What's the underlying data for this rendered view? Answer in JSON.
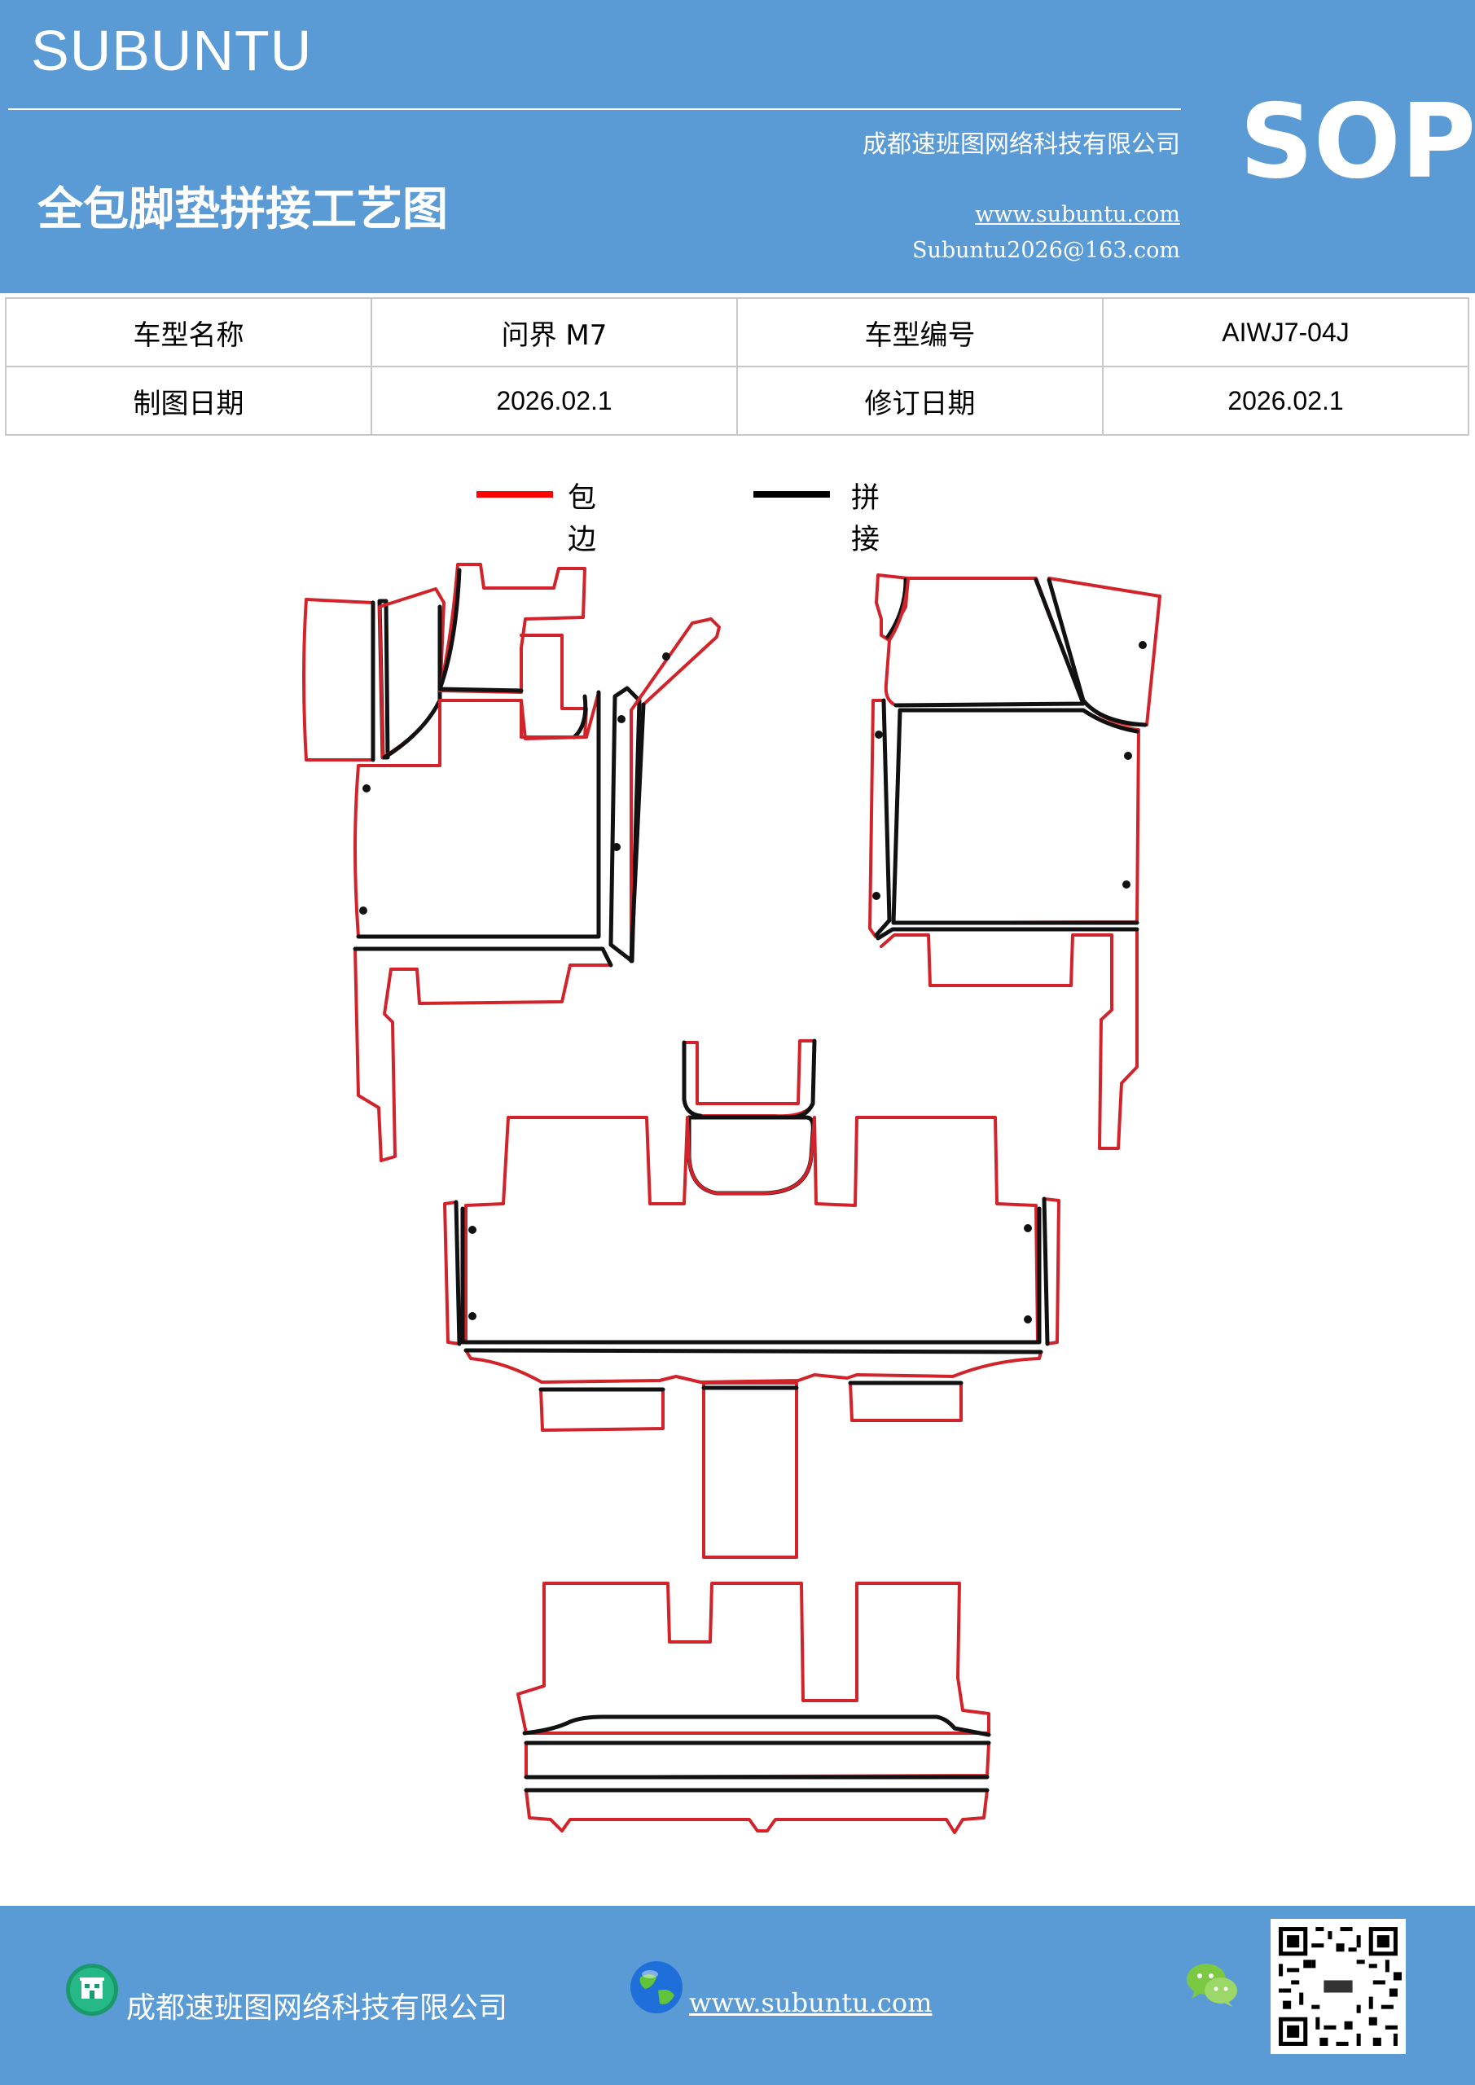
{
  "header": {
    "brand": "SUBUNTU",
    "company": "成都速班图网络科技有限公司",
    "title": "全包脚垫拼接工艺图",
    "website": "www.subuntu.com",
    "email": "Subuntu2026@163.com",
    "badge": "SOP"
  },
  "info_table": {
    "rows": [
      {
        "label1": "车型名称",
        "value1": "问界 M7",
        "label2": "车型编号",
        "value2": "AIWJ7-04J"
      },
      {
        "label1": "制图日期",
        "value1": "2026.02.1",
        "label2": "修订日期",
        "value2": "2026.02.1"
      }
    ]
  },
  "legend": {
    "items": [
      {
        "label": "包边",
        "color": "#ff0000"
      },
      {
        "label": "拼接",
        "color": "#000000"
      }
    ]
  },
  "footer": {
    "company": "成都速班图网络科技有限公司",
    "website": "www.subuntu.com",
    "company_icon": "building-icon",
    "web_icon": "globe-icon",
    "wechat_icon": "wechat-icon",
    "qr": "qr-code"
  },
  "colors": {
    "header_bg": "#5b9bd5",
    "edge_red": "#d2232a",
    "seam_black": "#111111"
  }
}
